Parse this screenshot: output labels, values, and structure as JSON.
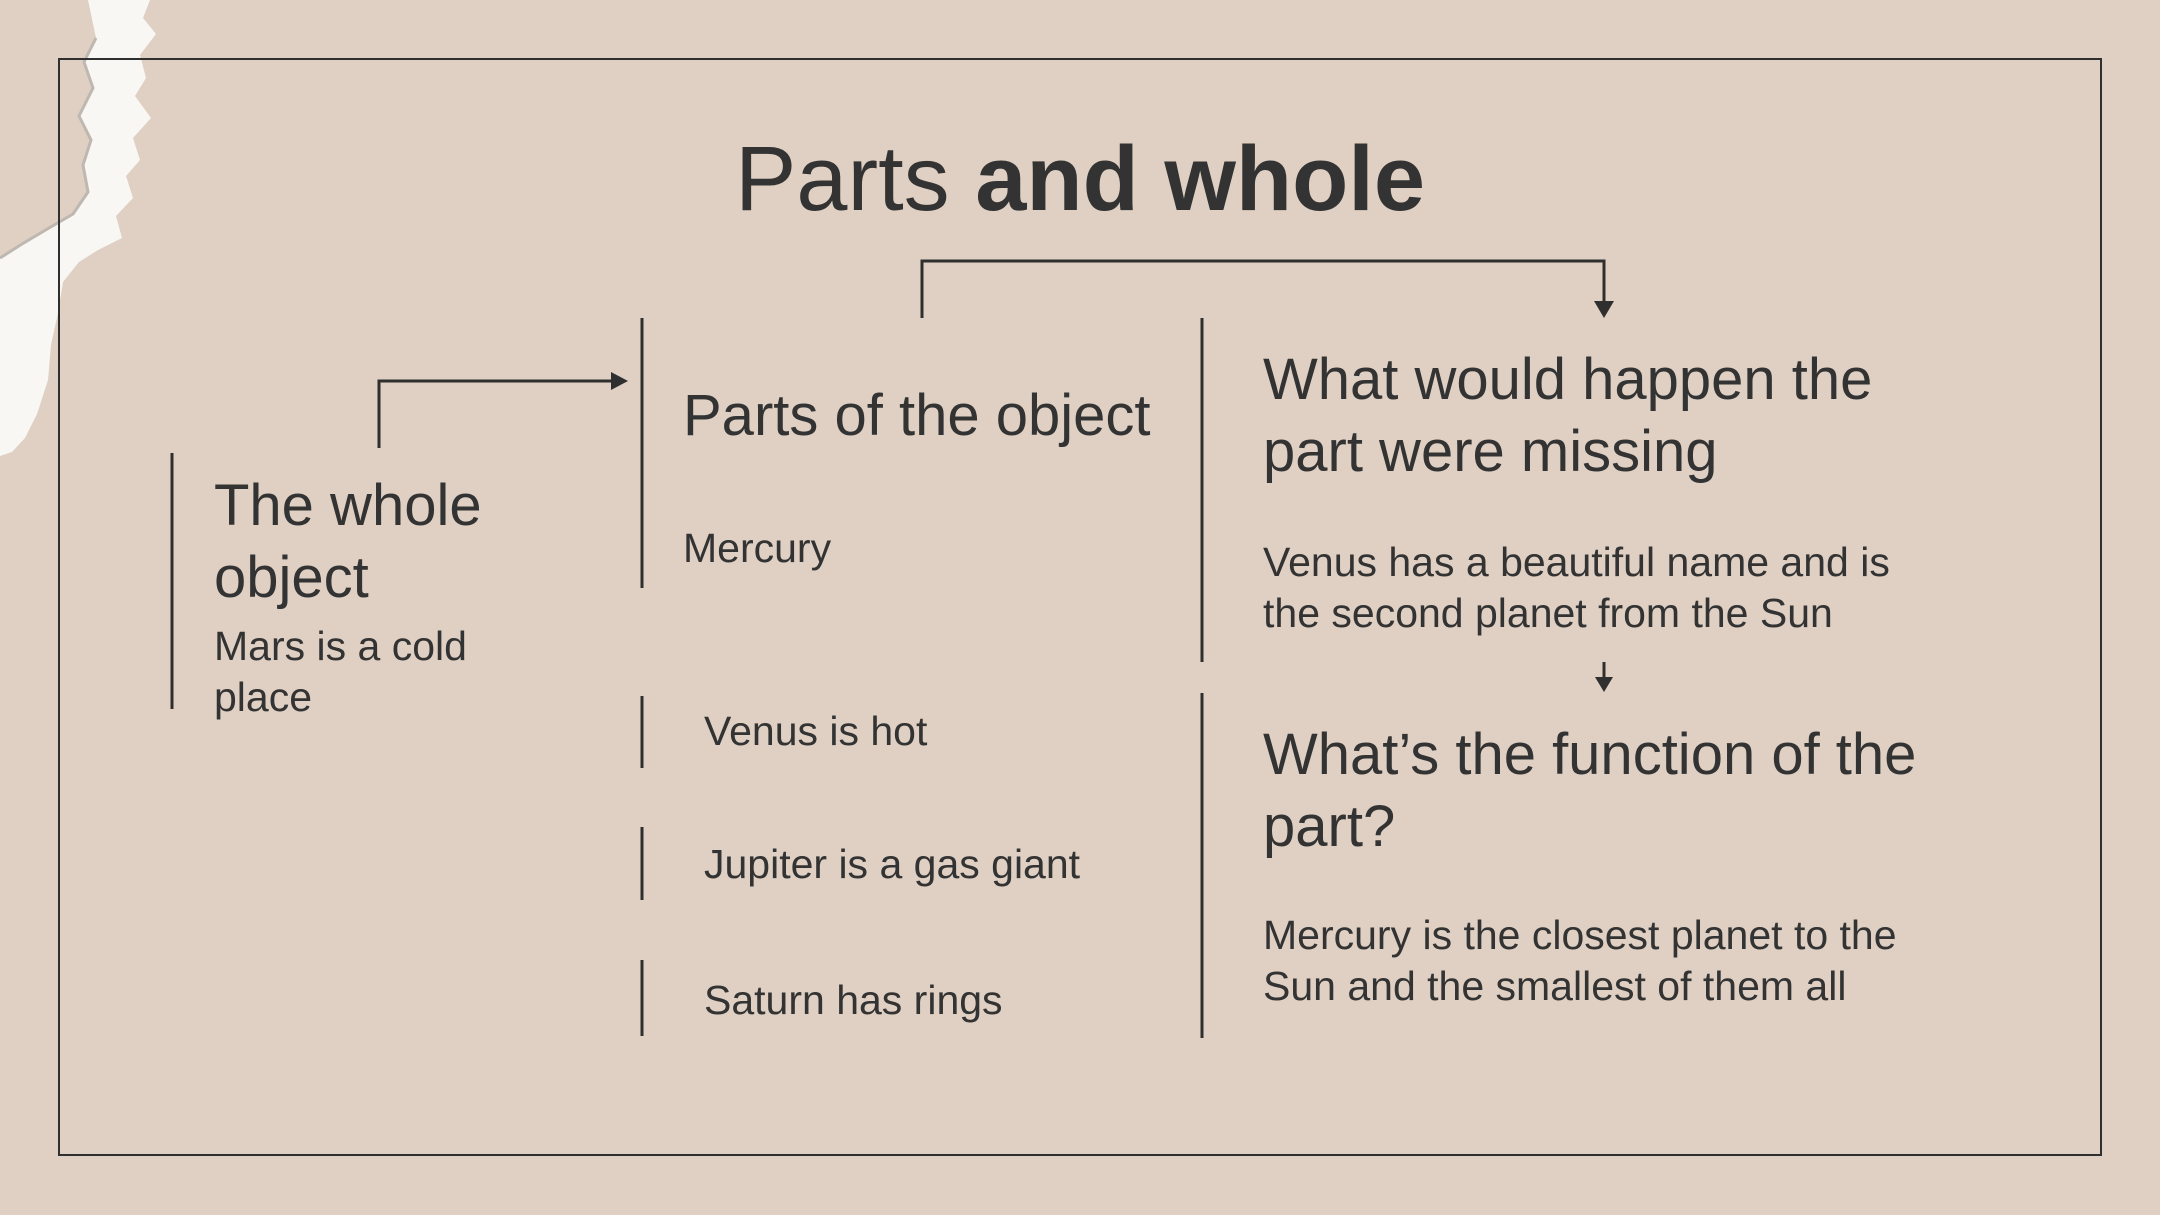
{
  "title": {
    "light": "Parts ",
    "bold": "and whole"
  },
  "whole": {
    "heading": "The whole object",
    "body": "Mars is a cold place"
  },
  "parts": {
    "heading": "Parts of the object",
    "intro": "Mercury",
    "items": [
      "Venus is hot",
      "Jupiter is a gas giant",
      "Saturn has rings"
    ]
  },
  "missing": {
    "heading": "What would happen the part were missing",
    "body": "Venus has a beautiful name and is the second planet from the Sun"
  },
  "function": {
    "heading": "What’s the function of the part?",
    "body": "Mercury is the closest planet to the Sun and the smallest of them all"
  },
  "colors": {
    "background": "#dfd0c3",
    "text": "#333333",
    "lines": "#2f2f2f",
    "paper": "#f8f7f3"
  }
}
